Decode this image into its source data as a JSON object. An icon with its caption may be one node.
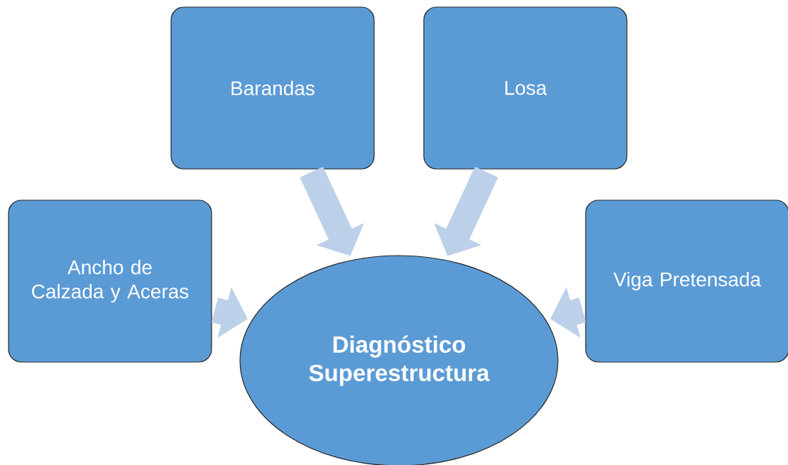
{
  "diagram": {
    "nodes": [
      {
        "text": [
          "Barandas"
        ]
      },
      {
        "text": [
          "Losa"
        ]
      },
      {
        "text": [
          "Ancho de Calzada y Aceras"
        ]
      },
      {
        "text": [
          "Viga Pretensada"
        ]
      },
      {
        "text": [
          "Diagnóstico Superestructura"
        ]
      }
    ],
    "edges": [
      {
        "from": 0,
        "to": 4,
        "arrow": "to"
      },
      {
        "from": 1,
        "to": 4,
        "arrow": "to"
      },
      {
        "from": 2,
        "to": 4,
        "arrow": "to"
      },
      {
        "from": 3,
        "to": 4,
        "arrow": "to"
      }
    ]
  }
}
